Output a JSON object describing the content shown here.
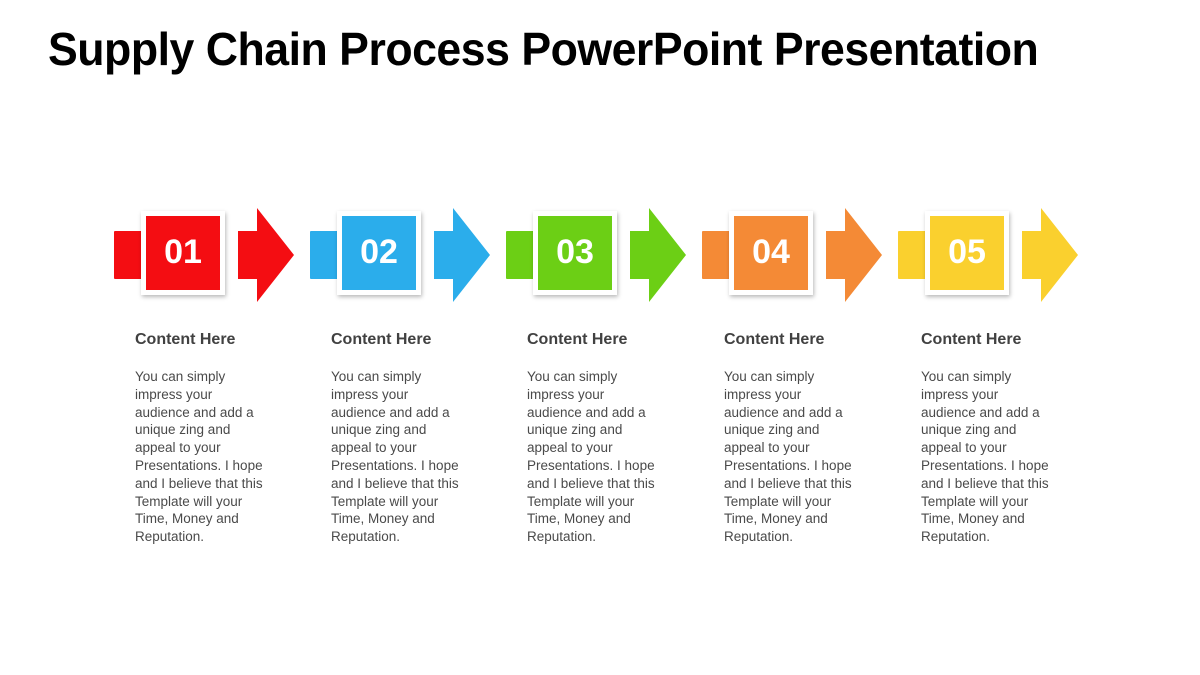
{
  "slide": {
    "title": "Supply Chain Process PowerPoint Presentation",
    "background_color": "#ffffff",
    "title_color": "#000000",
    "heading_color": "#414141",
    "body_color": "#4a4a4a"
  },
  "steps": [
    {
      "number": "01",
      "color": "#f40d12",
      "heading": "Content Here",
      "body": "You can simply impress your audience and add a unique zing and appeal to your Presentations. I hope and I believe that this Template will your Time, Money and Reputation."
    },
    {
      "number": "02",
      "color": "#2badeb",
      "heading": "Content Here",
      "body": "You can simply impress your audience and add a unique zing and appeal to your Presentations. I hope and I believe that this Template will your Time, Money and Reputation."
    },
    {
      "number": "03",
      "color": "#6ccf15",
      "heading": "Content Here",
      "body": "You can simply impress your audience and add a unique zing and appeal to your Presentations. I hope and I believe that this Template will your Time, Money and Reputation."
    },
    {
      "number": "04",
      "color": "#f48a36",
      "heading": "Content Here",
      "body": "You can simply impress your audience and add a unique zing and appeal to your Presentations. I hope and I believe that this Template will your Time, Money and Reputation."
    },
    {
      "number": "05",
      "color": "#fad02e",
      "heading": "Content Here",
      "body": "You can simply impress your audience and add a unique zing and appeal to your Presentations. I hope and I believe that this Template will your Time, Money and Reputation."
    }
  ]
}
